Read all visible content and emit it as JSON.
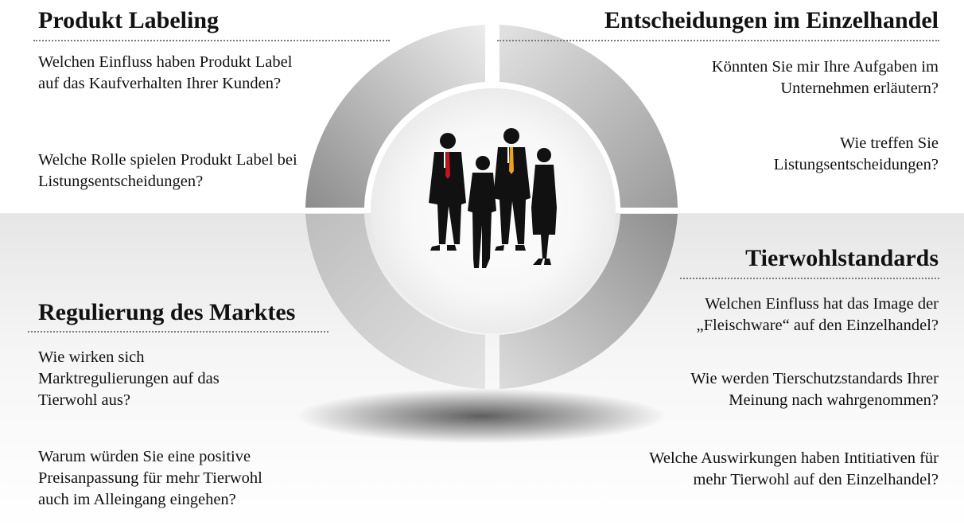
{
  "colors": {
    "segment_light": "#d9d9d9",
    "segment_dark": "#8c8c8c",
    "text": "#111111",
    "tie_red": "#c0161c",
    "tie_orange": "#f0a020"
  },
  "center": {
    "icon": "business-people-silhouette-icon"
  },
  "quadrants": {
    "top_left": {
      "title": "Produkt Labeling",
      "questions": [
        "Welchen Einfluss haben Produkt Label auf das Kaufverhalten Ihrer Kunden?",
        "Welche Rolle spielen Produkt Label bei Listungsentscheidungen?"
      ]
    },
    "top_right": {
      "title": "Entscheidungen im Einzelhandel",
      "questions": [
        "Könnten Sie mir Ihre Aufgaben im Unternehmen erläutern?",
        "Wie treffen Sie Listungsentscheidungen?"
      ]
    },
    "bottom_left": {
      "title": "Regulierung des Marktes",
      "questions": [
        "Wie wirken sich Marktregulierungen auf das Tierwohl aus?",
        "Warum würden Sie eine positive Preisanpassung für mehr Tierwohl auch im Alleingang eingehen?"
      ]
    },
    "bottom_right": {
      "title": "Tierwohlstandards",
      "questions": [
        "Welchen Einfluss hat das Image der „Fleischware“ auf den Einzelhandel?",
        "Wie werden Tierschutzstandards Ihrer Meinung nach wahrgenommen?",
        "Welche Auswirkungen haben Intitiativen für mehr Tierwohl auf den Einzelhandel?"
      ]
    }
  }
}
